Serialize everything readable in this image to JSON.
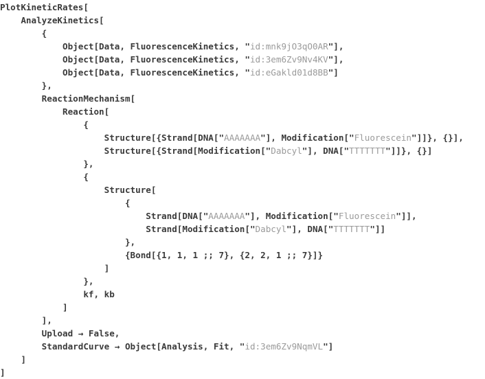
{
  "lines": [
    [
      [
        "c",
        "PlotKineticRates["
      ]
    ],
    [
      [
        "c",
        "    AnalyzeKinetics["
      ]
    ],
    [
      [
        "c",
        "        {"
      ]
    ],
    [
      [
        "c",
        "            Object[Data, FluorescenceKinetics, \""
      ],
      [
        "s",
        "id:mnk9jO3qO0AR"
      ],
      [
        "c",
        "\"],"
      ]
    ],
    [
      [
        "c",
        "            Object[Data, FluorescenceKinetics, \""
      ],
      [
        "s",
        "id:3em6Zv9Nv4KV"
      ],
      [
        "c",
        "\"],"
      ]
    ],
    [
      [
        "c",
        "            Object[Data, FluorescenceKinetics, \""
      ],
      [
        "s",
        "id:eGakld01d8BB"
      ],
      [
        "c",
        "\"]"
      ]
    ],
    [
      [
        "c",
        "        },"
      ]
    ],
    [
      [
        "c",
        "        ReactionMechanism["
      ]
    ],
    [
      [
        "c",
        "            Reaction["
      ]
    ],
    [
      [
        "c",
        "                {"
      ]
    ],
    [
      [
        "c",
        "                    Structure[{Strand[DNA[\""
      ],
      [
        "s",
        "AAAAAAA"
      ],
      [
        "c",
        "\"], Modification[\""
      ],
      [
        "s",
        "Fluorescein"
      ],
      [
        "c",
        "\"]]}, {}],"
      ]
    ],
    [
      [
        "c",
        "                    Structure[{Strand[Modification[\""
      ],
      [
        "s",
        "Dabcyl"
      ],
      [
        "c",
        "\"], DNA[\""
      ],
      [
        "s",
        "TTTTTTT"
      ],
      [
        "c",
        "\"]]}, {}]"
      ]
    ],
    [
      [
        "c",
        "                },"
      ]
    ],
    [
      [
        "c",
        "                {"
      ]
    ],
    [
      [
        "c",
        "                    Structure["
      ]
    ],
    [
      [
        "c",
        "                        {"
      ]
    ],
    [
      [
        "c",
        "                            Strand[DNA[\""
      ],
      [
        "s",
        "AAAAAAA"
      ],
      [
        "c",
        "\"], Modification[\""
      ],
      [
        "s",
        "Fluorescein"
      ],
      [
        "c",
        "\"]],"
      ]
    ],
    [
      [
        "c",
        "                            Strand[Modification[\""
      ],
      [
        "s",
        "Dabcyl"
      ],
      [
        "c",
        "\"], DNA[\""
      ],
      [
        "s",
        "TTTTTTT"
      ],
      [
        "c",
        "\"]]"
      ]
    ],
    [
      [
        "c",
        "                        },"
      ]
    ],
    [
      [
        "c",
        "                        {Bond[{1, 1, 1 ;; 7}, {2, 2, 1 ;; 7}]}"
      ]
    ],
    [
      [
        "c",
        "                    ]"
      ]
    ],
    [
      [
        "c",
        "                },"
      ]
    ],
    [
      [
        "c",
        "                kf, kb"
      ]
    ],
    [
      [
        "c",
        "            ]"
      ]
    ],
    [
      [
        "c",
        "        ],"
      ]
    ],
    [
      [
        "c",
        "        Upload → False,"
      ]
    ],
    [
      [
        "c",
        "        StandardCurve → Object[Analysis, Fit, \""
      ],
      [
        "s",
        "id:3em6Zv9NqmVL"
      ],
      [
        "c",
        "\"]"
      ]
    ],
    [
      [
        "c",
        "    ]"
      ]
    ],
    [
      [
        "c",
        "]"
      ]
    ]
  ]
}
